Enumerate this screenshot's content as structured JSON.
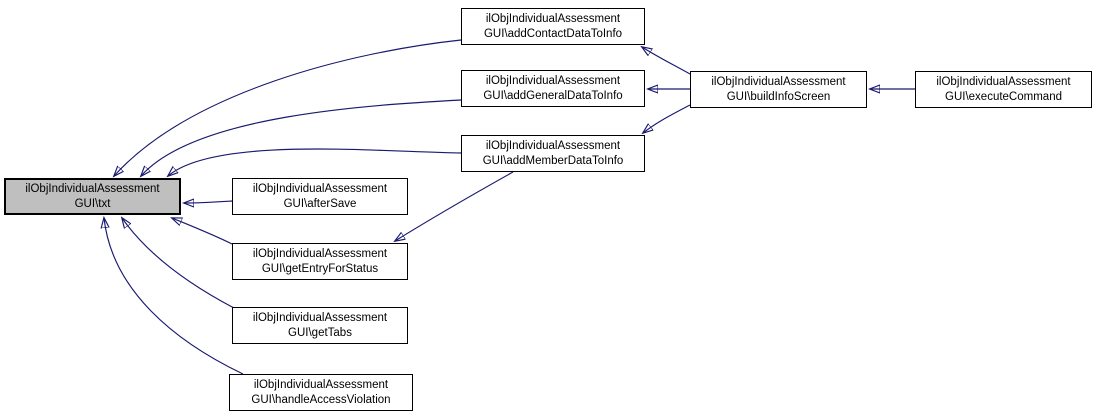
{
  "diagram_type": "doxygen-caller-graph",
  "colors": {
    "background": "#ffffff",
    "edge": "#191970",
    "node_border": "#000000",
    "node_fill": "#ffffff",
    "highlighted_node_fill": "#bfbfbf",
    "text": "#000000"
  },
  "nodes": [
    {
      "id": "txt",
      "line1": "ilObjIndividualAssessment",
      "line2": "GUI\\txt",
      "highlighted": true
    },
    {
      "id": "addContactDataToInfo",
      "line1": "ilObjIndividualAssessment",
      "line2": "GUI\\addContactDataToInfo",
      "highlighted": false
    },
    {
      "id": "addGeneralDataToInfo",
      "line1": "ilObjIndividualAssessment",
      "line2": "GUI\\addGeneralDataToInfo",
      "highlighted": false
    },
    {
      "id": "addMemberDataToInfo",
      "line1": "ilObjIndividualAssessment",
      "line2": "GUI\\addMemberDataToInfo",
      "highlighted": false
    },
    {
      "id": "buildInfoScreen",
      "line1": "ilObjIndividualAssessment",
      "line2": "GUI\\buildInfoScreen",
      "highlighted": false
    },
    {
      "id": "executeCommand",
      "line1": "ilObjIndividualAssessment",
      "line2": "GUI\\executeCommand",
      "highlighted": false
    },
    {
      "id": "afterSave",
      "line1": "ilObjIndividualAssessment",
      "line2": "GUI\\afterSave",
      "highlighted": false
    },
    {
      "id": "getEntryForStatus",
      "line1": "ilObjIndividualAssessment",
      "line2": "GUI\\getEntryForStatus",
      "highlighted": false
    },
    {
      "id": "getTabs",
      "line1": "ilObjIndividualAssessment",
      "line2": "GUI\\getTabs",
      "highlighted": false
    },
    {
      "id": "handleAccessViolation",
      "line1": "ilObjIndividualAssessment",
      "line2": "GUI\\handleAccessViolation",
      "highlighted": false
    }
  ],
  "edges": [
    {
      "from": "addContactDataToInfo",
      "to": "txt"
    },
    {
      "from": "addGeneralDataToInfo",
      "to": "txt"
    },
    {
      "from": "addMemberDataToInfo",
      "to": "txt"
    },
    {
      "from": "afterSave",
      "to": "txt"
    },
    {
      "from": "getEntryForStatus",
      "to": "txt"
    },
    {
      "from": "getTabs",
      "to": "txt"
    },
    {
      "from": "handleAccessViolation",
      "to": "txt"
    },
    {
      "from": "buildInfoScreen",
      "to": "addContactDataToInfo"
    },
    {
      "from": "buildInfoScreen",
      "to": "addGeneralDataToInfo"
    },
    {
      "from": "buildInfoScreen",
      "to": "addMemberDataToInfo"
    },
    {
      "from": "executeCommand",
      "to": "buildInfoScreen"
    },
    {
      "from": "addMemberDataToInfo",
      "to": "getEntryForStatus"
    }
  ]
}
